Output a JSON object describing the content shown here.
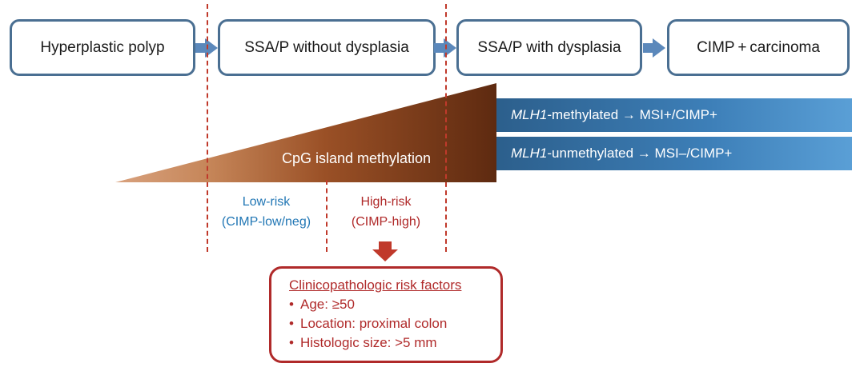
{
  "stages": [
    {
      "label": "Hyperplastic polyp"
    },
    {
      "label": "SSA/P without dysplasia"
    },
    {
      "label": "SSA/P with dysplasia"
    },
    {
      "label": "CIMP + carcinoma"
    }
  ],
  "wedge": {
    "label": "CpG island methylation"
  },
  "msi": [
    {
      "gene": "MLH1",
      "rest": "-methylated → MSI+/CIMP+"
    },
    {
      "gene": "MLH1",
      "rest": "-unmethylated → MSI–/CIMP+"
    }
  ],
  "risk": {
    "low": {
      "line1": "Low-risk",
      "line2": "(CIMP-low/neg)"
    },
    "high": {
      "line1": "High-risk",
      "line2": "(CIMP-high)"
    }
  },
  "factors": {
    "title": "Clinicopathologic risk factors",
    "bullet": "•",
    "items": [
      "Age: ≥50",
      "Location: proximal colon",
      "Histologic size: >5 mm"
    ]
  },
  "colors": {
    "stage_border": "#4a6f92",
    "arrow": "#5b88bb",
    "dash": "#c0392b",
    "wedge_start": "#d9a27e",
    "wedge_end": "#5e2a10",
    "msi_bar": "#2c5f8c",
    "low_risk": "#2277b5",
    "high_risk": "#b02a2a"
  }
}
